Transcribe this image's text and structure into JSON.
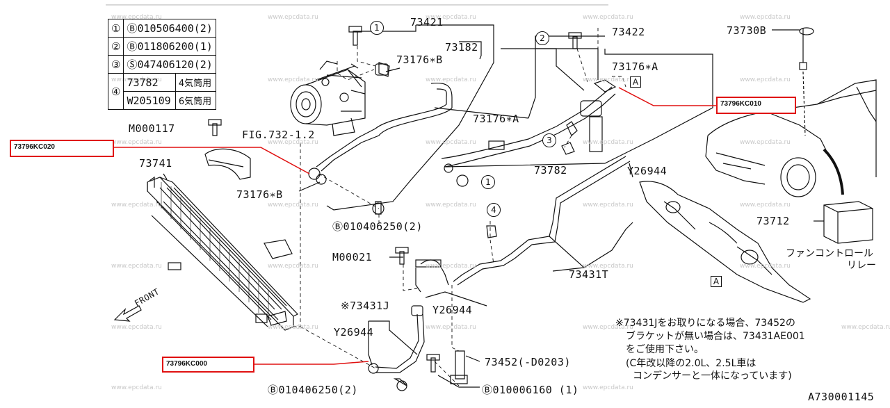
{
  "watermark": "www.epcdata.ru",
  "legend": [
    {
      "no": "①",
      "prefix": "Ⓑ",
      "part": "010506400(2)",
      "note": ""
    },
    {
      "no": "②",
      "prefix": "Ⓑ",
      "part": "011806200(1)",
      "note": ""
    },
    {
      "no": "③",
      "prefix": "Ⓢ",
      "part": "047406120(2)",
      "note": ""
    },
    {
      "no": "④",
      "prefix": "",
      "part": "73782",
      "note": "4気筒用"
    },
    {
      "no": "",
      "prefix": "",
      "part": "W205109",
      "note": "6気筒用"
    }
  ],
  "labels": {
    "l73421": "73421",
    "l73182": "73182",
    "l73176B_top": "73176∗B",
    "l73422": "73422",
    "l73176A_top": "73176∗A",
    "l73730B": "73730B",
    "lM000117": "M000117",
    "lFIG": "FIG.732-1.2",
    "l73176A_mid": "73176∗A",
    "l73741": "73741",
    "l73782": "73782",
    "lY26944_r": "Y26944",
    "l73176B_mid": "73176∗B",
    "lB010406250_mid": "Ⓑ010406250(2)",
    "l73712": "73712",
    "lfan1": "ファンコントロール",
    "lfan2": "リレー",
    "lM00021": "M00021",
    "l73431T": "73431T",
    "l73431J": "※73431J",
    "lY26944_m": "Y26944",
    "lY26944_l": "Y26944",
    "l73452": "73452(-D0203)",
    "lB010406250_bot": "Ⓑ010406250(2)",
    "lB010006160": "Ⓑ010006160 (1)",
    "lFRONT": "FRONT",
    "lA1": "A",
    "lA2": "A",
    "lFigId": "A730001145",
    "c1a": "1",
    "c1b": "1",
    "c2": "2",
    "c3": "3",
    "c4": "4"
  },
  "notes": [
    "※73431Jをお取りになる場合、73452の",
    "ブラケットが無い場合は、73431AE001",
    "をご使用下さい。",
    "(C年改以降の2.0L、2.5L車は",
    "コンデンサーと一体になっています)"
  ],
  "hotspots": {
    "kc010": "73796KC010",
    "kc020": "73796KC020",
    "kc000": "73796KC000"
  },
  "colors": {
    "hotspot": "#e01010",
    "ink": "#111111",
    "watermark": "#c8c8c8"
  }
}
